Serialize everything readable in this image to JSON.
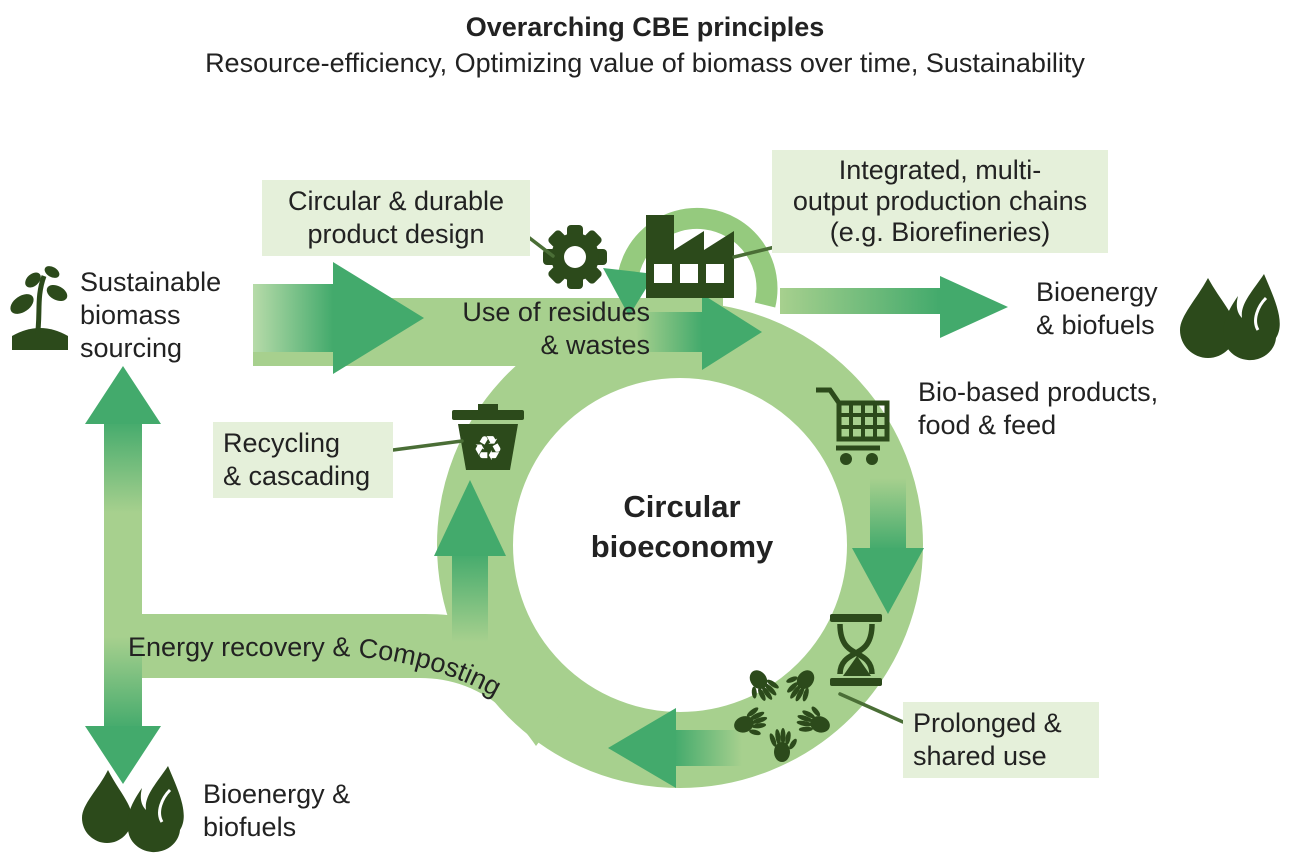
{
  "title": {
    "heading": "Overarching CBE principles",
    "subheading": "Resource-efficiency, Optimizing value of biomass over time, Sustainability"
  },
  "center": {
    "label": "Circular\nbioeconomy"
  },
  "labels": {
    "sustainable_biomass": "Sustainable\nbiomass\nsourcing",
    "use_of_residues": "Use of residues\n& wastes",
    "bioenergy_right": "Bioenergy\n& biofuels",
    "biobased_products": "Bio-based products,\nfood & feed",
    "bioenergy_bottom": "Bioenergy &\nbiofuels",
    "energy_recovery_composting": "Energy recovery & Composting"
  },
  "callouts": {
    "circular_durable": "Circular & durable\nproduct design",
    "integrated_chains": "Integrated, multi-\noutput production chains\n(e.g. Biorefineries)",
    "recycling_cascading": "Recycling\n& cascading",
    "prolonged_shared": "Prolonged &\nshared use"
  },
  "icons": {
    "recycle_glyph": "♻",
    "names": [
      "seedling-icon",
      "gear-icon",
      "factory-icon",
      "cycle-arrow-icon",
      "droplet-icon",
      "flame-icon",
      "cart-icon",
      "recycle-bin-icon",
      "hourglass-icon",
      "shared-hands-icon"
    ]
  },
  "colors": {
    "ring_light_green": "#a7d08e",
    "arrow_medium_green": "#43aa6c",
    "arrow_light_green": "#b7dba9",
    "icon_dark_green": "#2c4a1b",
    "callout_box_bg": "#e5f0da",
    "callout_line": "#4a6e36",
    "text": "#222222"
  }
}
